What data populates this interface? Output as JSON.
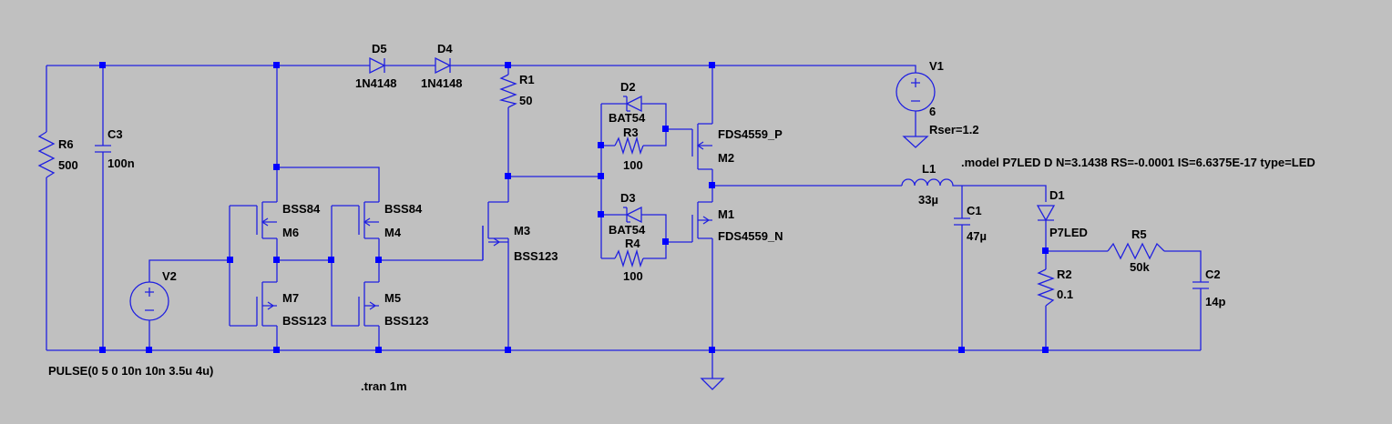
{
  "components": {
    "R6": {
      "ref": "R6",
      "value": "500"
    },
    "C3": {
      "ref": "C3",
      "value": "100n"
    },
    "D5": {
      "ref": "D5",
      "value": "1N4148"
    },
    "D4": {
      "ref": "D4",
      "value": "1N4148"
    },
    "R1": {
      "ref": "R1",
      "value": "50"
    },
    "V1": {
      "ref": "V1",
      "value": "6",
      "extra": "Rser=1.2"
    },
    "D2": {
      "ref": "D2",
      "value": "BAT54"
    },
    "R3": {
      "ref": "R3",
      "value": "100"
    },
    "M2": {
      "ref": "M2",
      "value": "FDS4559_P"
    },
    "D3": {
      "ref": "D3",
      "value": "BAT54"
    },
    "R4": {
      "ref": "R4",
      "value": "100"
    },
    "M1": {
      "ref": "M1",
      "value": "FDS4559_N"
    },
    "M6": {
      "ref": "M6",
      "value": "BSS84"
    },
    "M4": {
      "ref": "M4",
      "value": "BSS84"
    },
    "M7": {
      "ref": "M7",
      "value": "BSS123"
    },
    "M5": {
      "ref": "M5",
      "value": "BSS123"
    },
    "M3": {
      "ref": "M3",
      "value": "BSS123"
    },
    "V2": {
      "ref": "V2",
      "value": "PULSE(0 5 0 10n 10n 3.5u 4u)"
    },
    "L1": {
      "ref": "L1",
      "value": "33µ"
    },
    "C1": {
      "ref": "C1",
      "value": "47µ"
    },
    "D1": {
      "ref": "D1",
      "value": "P7LED"
    },
    "R2": {
      "ref": "R2",
      "value": "0.1"
    },
    "R5": {
      "ref": "R5",
      "value": "50k"
    },
    "C2": {
      "ref": "C2",
      "value": "14p"
    }
  },
  "directives": {
    "model": ".model P7LED D N=3.1438 RS=-0.0001 IS=6.6375E-17 type=LED",
    "tran": ".tran 1m"
  },
  "colors": {
    "background": "#c0c0c0",
    "wire": "#2020e0",
    "junction": "#0000ff",
    "text": "#000000"
  }
}
